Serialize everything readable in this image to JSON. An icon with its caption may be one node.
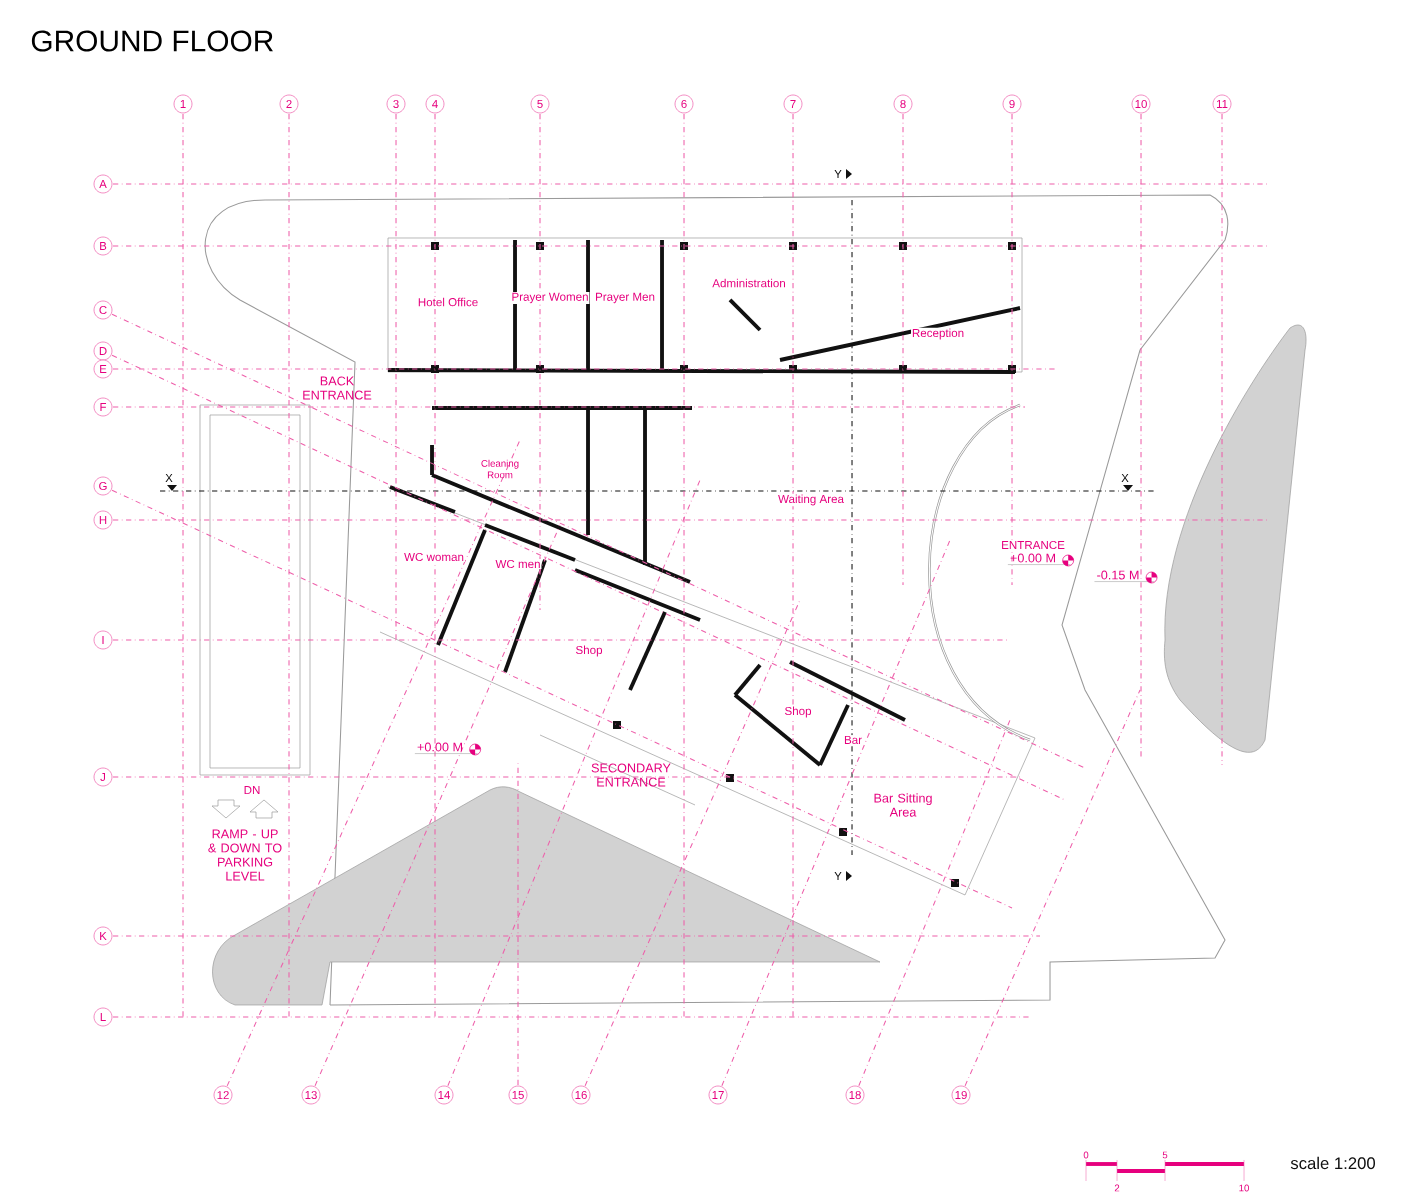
{
  "diagram": {
    "title": "GROUND FLOOR",
    "labels": [
      "1",
      "2",
      "3",
      "4",
      "5",
      "6",
      "7",
      "8",
      "9",
      "10",
      "11",
      "Y",
      "A",
      "B",
      "C",
      "D",
      "E",
      "F",
      "G",
      "H",
      "I",
      "J",
      "K",
      "L",
      "Hotel Office",
      "Prayer Women",
      "Prayer Men",
      "Administration",
      "Reception",
      "BACK ENTRANCE",
      "Cleaning Room",
      "X",
      "Waiting Area",
      "X",
      "WC woman",
      "WC men",
      "ENTRANCE",
      "+0.00 M",
      "-0.15 M",
      "Shop",
      "Shop",
      "+0.00 M",
      "Bar",
      "SECONDARY ENTRANCE",
      "DN",
      "Bar Sitting Area",
      "RAMP - UP & DOWN TO PARKING LEVEL",
      "Y",
      "12",
      "13",
      "14",
      "15",
      "16",
      "17",
      "18",
      "19",
      "0",
      "5",
      "scale 1:200",
      "2",
      "10"
    ]
  }
}
